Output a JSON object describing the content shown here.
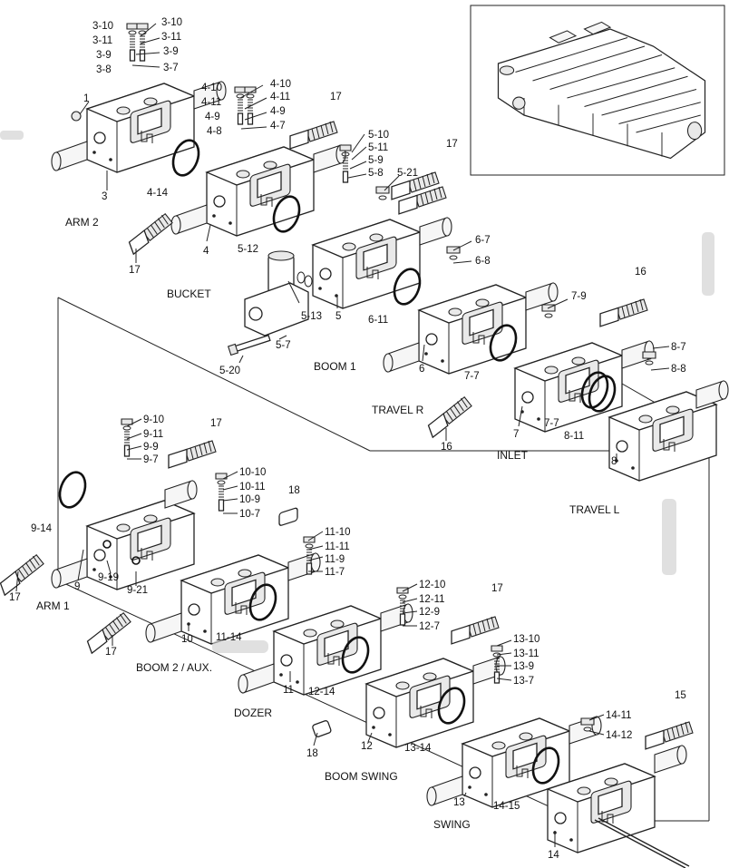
{
  "diagram": {
    "sections": [
      "ARM 2",
      "BUCKET",
      "BOOM 1",
      "TRAVEL R",
      "INLET",
      "TRAVEL L",
      "ARM 1",
      "BOOM 2 / AUX.",
      "DOZER",
      "BOOM SWING",
      "SWING"
    ],
    "labels": {
      "p1": "1",
      "p3": "3",
      "p3_10a": "3-10",
      "p3_10b": "3-10",
      "p3_11a": "3-11",
      "p3_11b": "3-11",
      "p3_9a": "3-9",
      "p3_9b": "3-9",
      "p3_8": "3-8",
      "p3_7": "3-7",
      "p4": "4",
      "p4_10a": "4-10",
      "p4_10b": "4-10",
      "p4_11a": "4-11",
      "p4_11b": "4-11",
      "p4_9a": "4-9",
      "p4_9b": "4-9",
      "p4_8": "4-8",
      "p4_7": "4-7",
      "p4_14": "4-14",
      "p17a": "17",
      "p17b": "17",
      "p17c": "17",
      "p5": "5",
      "p5_10": "5-10",
      "p5_11": "5-11",
      "p5_9": "5-9",
      "p5_8": "5-8",
      "p5_21": "5-21",
      "p5_12": "5-12",
      "p5_13": "5-13",
      "p5_7": "5-7",
      "p5_20": "5-20",
      "p6": "6",
      "p6_7": "6-7",
      "p6_8": "6-8",
      "p6_11": "6-11",
      "p16a": "16",
      "p16b": "16",
      "p7": "7",
      "p7_9": "7-9",
      "p7_7a": "7-7",
      "p7_7b": "7-7",
      "p8": "8",
      "p8_7": "8-7",
      "p8_8": "8-8",
      "p8_11": "8-11",
      "p9": "9",
      "p9_10": "9-10",
      "p9_11": "9-11",
      "p9_9": "9-9",
      "p9_7": "9-7",
      "p9_14": "9-14",
      "p9_19": "9-19",
      "p9_21": "9-21",
      "p17d": "17",
      "p17e": "17",
      "p17f": "17",
      "p17g": "17",
      "p10": "10",
      "p10_10": "10-10",
      "p10_11": "10-11",
      "p10_9": "10-9",
      "p10_7": "10-7",
      "p18a": "18",
      "p18b": "18",
      "p11": "11",
      "p11_10": "11-10",
      "p11_11": "11-11",
      "p11_9": "11-9",
      "p11_7": "11-7",
      "p11_14": "11-14",
      "p12": "12",
      "p12_10": "12-10",
      "p12_11": "12-11",
      "p12_9": "12-9",
      "p12_7": "12-7",
      "p12_14": "12-14",
      "p13": "13",
      "p13_10": "13-10",
      "p13_11": "13-11",
      "p13_9": "13-9",
      "p13_7": "13-7",
      "p13_14": "13-14",
      "p14": "14",
      "p14_11": "14-11",
      "p14_12": "14-12",
      "p14_15": "14-15",
      "p15": "15"
    }
  }
}
